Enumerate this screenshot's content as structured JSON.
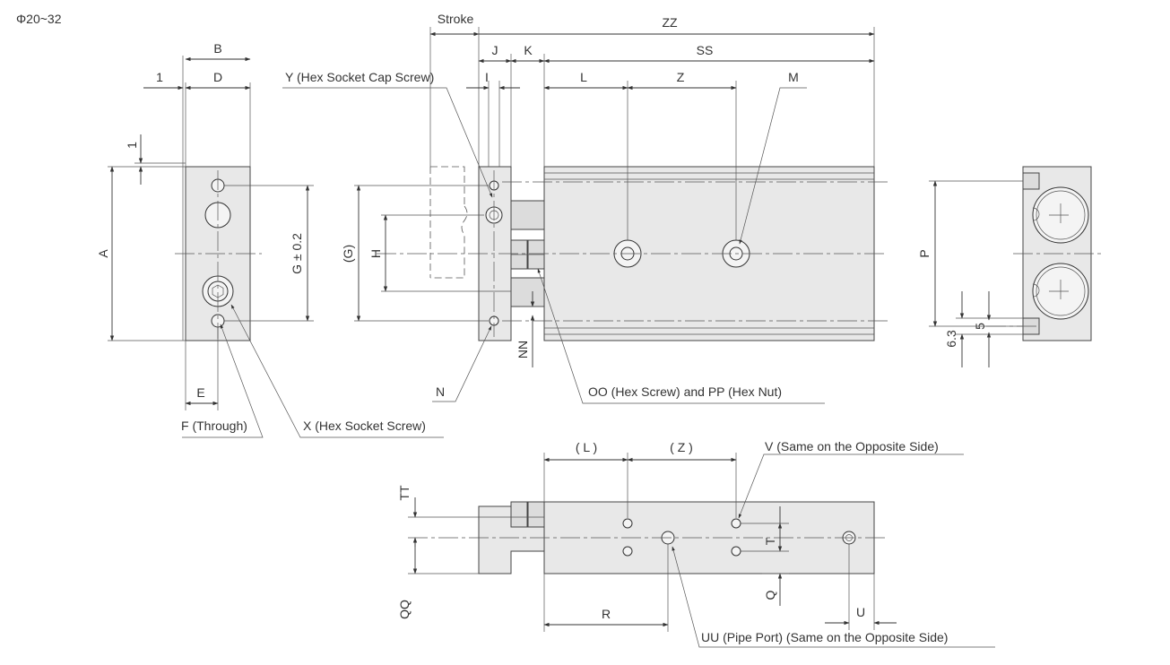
{
  "size_range": "Φ20~32",
  "labels": {
    "stroke": "Stroke",
    "zz": "ZZ",
    "j": "J",
    "k": "K",
    "ss": "SS",
    "b": "B",
    "d": "D",
    "one_h": "1",
    "one_v": "1",
    "a": "A",
    "g_tol": "G ± 0.2",
    "e": "E",
    "f": "F (Through)",
    "x": "X (Hex Socket Screw)",
    "y": "Y (Hex Socket Cap Screw)",
    "i": "I",
    "l": "L",
    "z": "Z",
    "m": "M",
    "g_paren": "(G)",
    "h": "H",
    "n": "N",
    "nn": "NN",
    "oo_pp": "OO (Hex Screw) and PP (Hex Nut)",
    "p": "P",
    "six3": "6.3",
    "five": "5",
    "l_paren": "( L )",
    "z_paren": "( Z )",
    "v": "V (Same on the Opposite Side)",
    "tt": "TT",
    "t": "T",
    "qq": "QQ",
    "q": "Q",
    "r": "R",
    "u": "U",
    "uu": "UU (Pipe Port) (Same on the Opposite Side)"
  }
}
